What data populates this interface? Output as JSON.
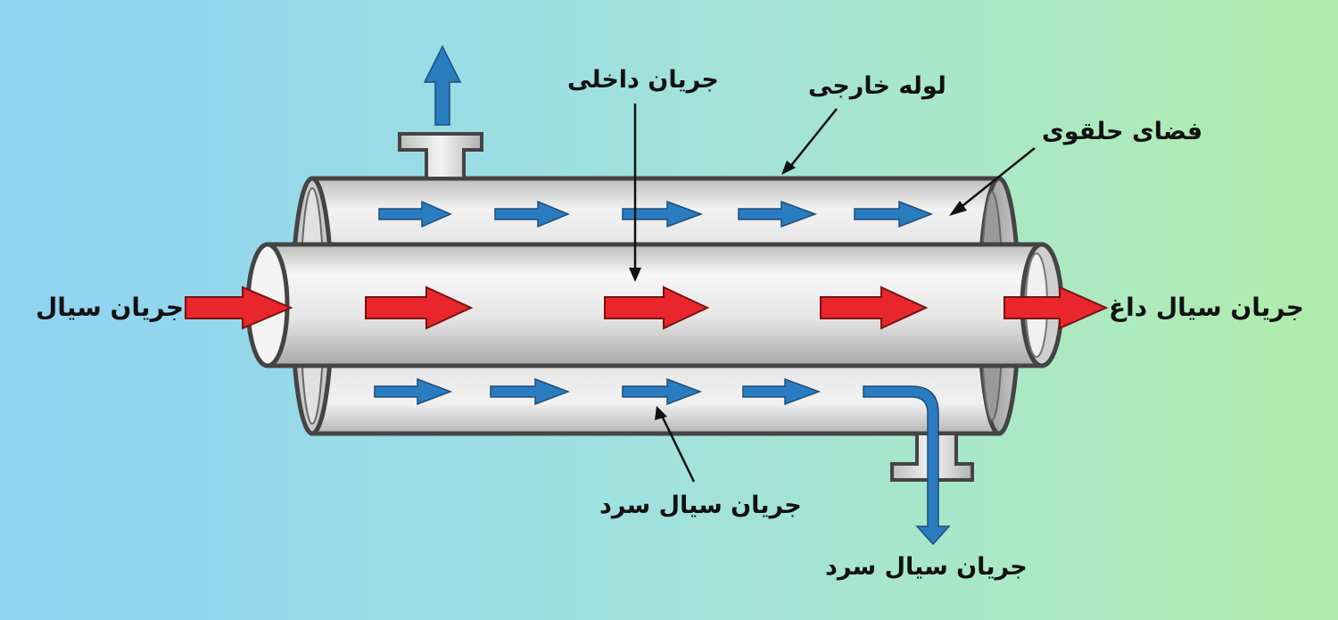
{
  "labels": {
    "inflow": "جریان سیال",
    "hot_outflow": "جریان سیال داغ",
    "inner_flow": "جریان داخلی",
    "outer_pipe": "لوله خارجی",
    "annular_space": "فضای حلقوی",
    "cold_flow_mid": "جریان سیال سرد",
    "cold_flow_out": "جریان سیال سرد"
  },
  "colors": {
    "hot_arrow": "#e8262b",
    "cold_arrow": "#2a7cc0",
    "pipe_outline": "#444444",
    "pipe_body": "#d7d7d7"
  }
}
